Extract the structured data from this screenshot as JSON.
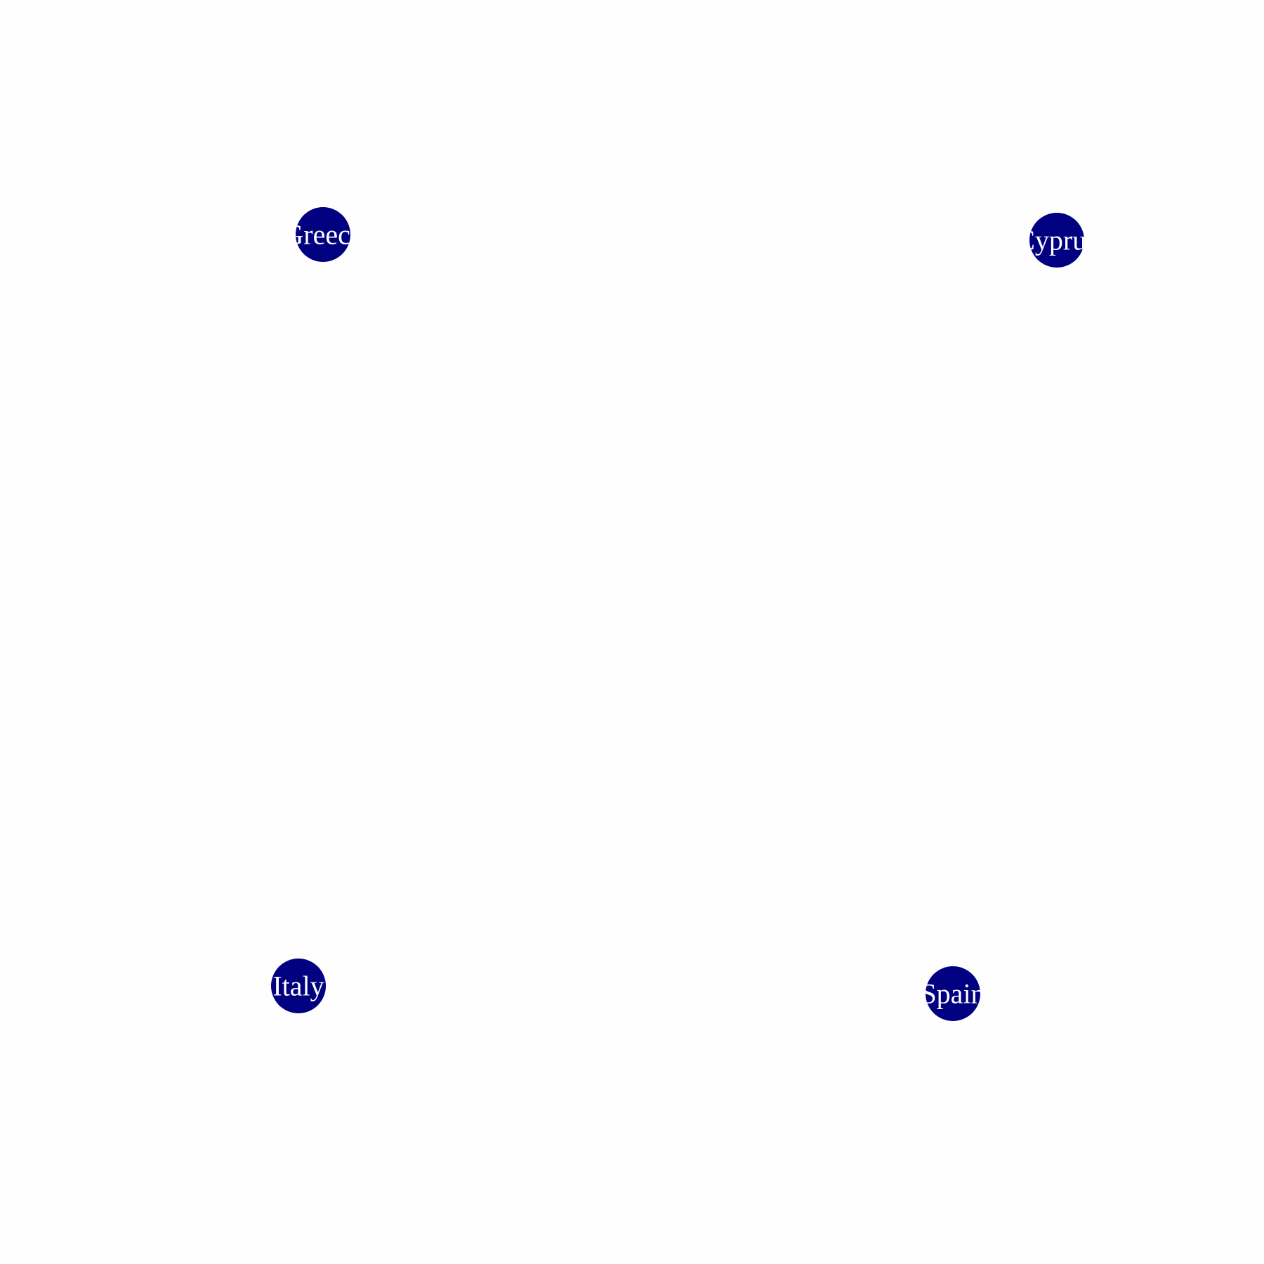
{
  "graph": {
    "node_color": "#000080",
    "label_color": "#ffffff",
    "background": "#fefefe",
    "nodes": [
      {
        "id": "greece",
        "label": "Greece"
      },
      {
        "id": "cyprus",
        "label": "Cyprus"
      },
      {
        "id": "italy",
        "label": "Italy"
      },
      {
        "id": "spain",
        "label": "Spain"
      }
    ],
    "edges": []
  }
}
